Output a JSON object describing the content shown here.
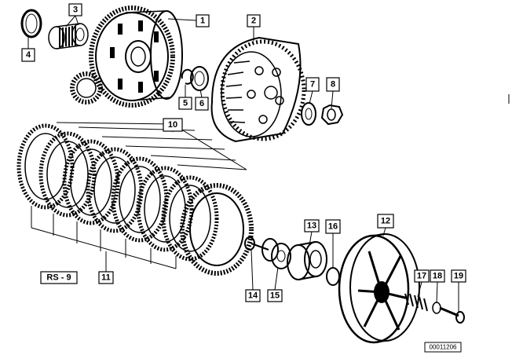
{
  "callouts": [
    {
      "id": "1",
      "text": "1"
    },
    {
      "id": "2",
      "text": "2"
    },
    {
      "id": "3",
      "text": "3"
    },
    {
      "id": "4",
      "text": "4"
    },
    {
      "id": "5",
      "text": "5"
    },
    {
      "id": "6",
      "text": "6"
    },
    {
      "id": "7",
      "text": "7"
    },
    {
      "id": "8",
      "text": "8"
    },
    {
      "id": "10",
      "text": "10"
    },
    {
      "id": "11",
      "text": "11"
    },
    {
      "id": "12",
      "text": "12"
    },
    {
      "id": "13",
      "text": "13"
    },
    {
      "id": "14",
      "text": "14"
    },
    {
      "id": "15",
      "text": "15"
    },
    {
      "id": "16",
      "text": "16"
    },
    {
      "id": "17",
      "text": "17"
    },
    {
      "id": "18",
      "text": "18"
    },
    {
      "id": "19",
      "text": "19"
    }
  ],
  "model_label": "RS - 9",
  "diagram_number": "00011206"
}
